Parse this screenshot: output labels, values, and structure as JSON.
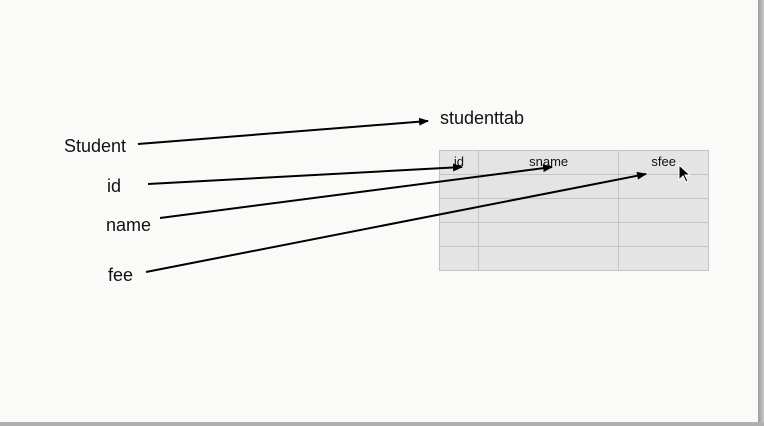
{
  "entity": {
    "class_name": "Student",
    "fields": [
      "id",
      "name",
      "fee"
    ]
  },
  "table": {
    "name": "studenttab",
    "columns": [
      "id",
      "sname",
      "sfee"
    ],
    "empty_rows": 4
  },
  "colors": {
    "background": "#fafaf8",
    "table_fill": "#e4e4e4",
    "table_border": "#c4c4c4",
    "arrow": "#000000"
  },
  "icons": [
    "mouse-pointer-icon"
  ]
}
